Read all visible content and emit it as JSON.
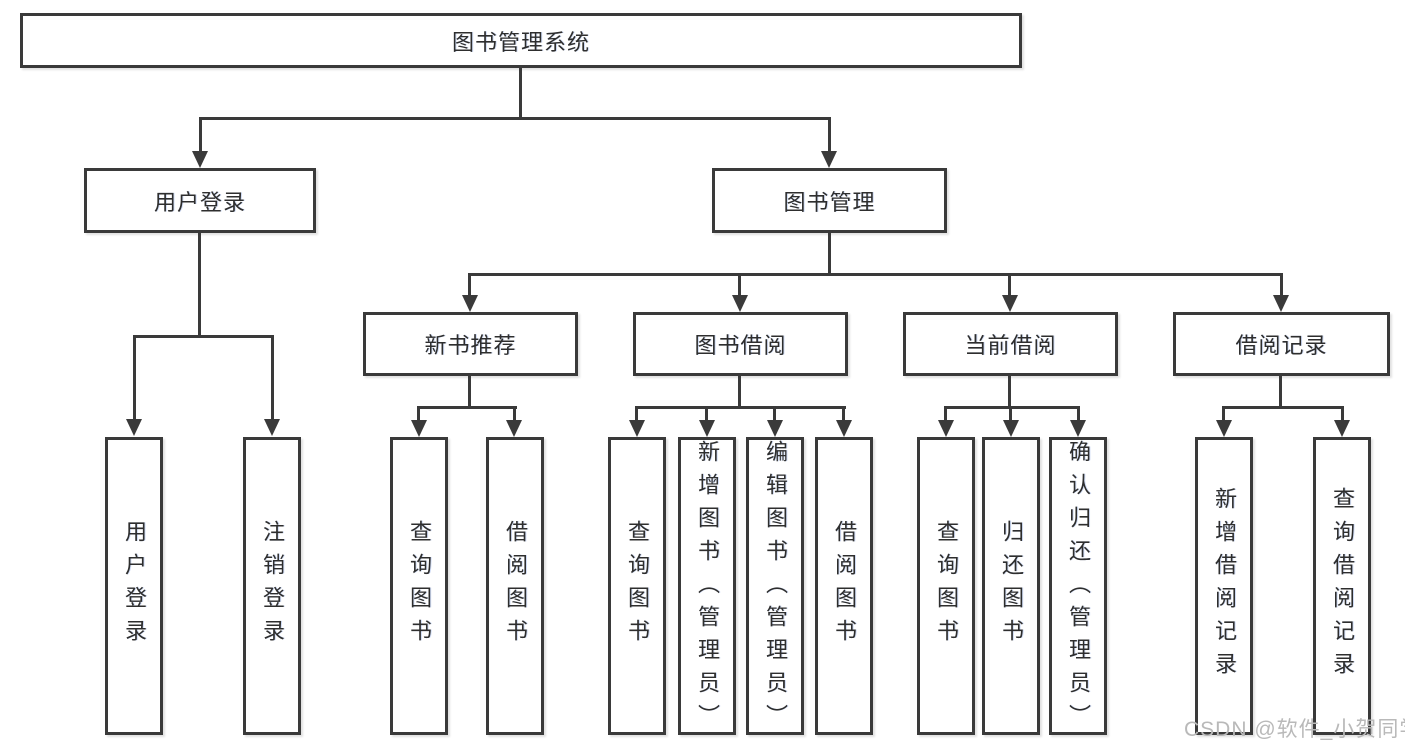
{
  "diagram": {
    "root": {
      "label": "图书管理系统"
    },
    "branches": [
      {
        "label": "用户登录",
        "children": [
          {
            "label": "用户登录"
          },
          {
            "label": "注销登录"
          }
        ]
      },
      {
        "label": "图书管理",
        "children": [
          {
            "label": "新书推荐",
            "children": [
              {
                "label": "查询图书"
              },
              {
                "label": "借阅图书"
              }
            ]
          },
          {
            "label": "图书借阅",
            "children": [
              {
                "label": "查询图书"
              },
              {
                "label": "新增图书（管理员）"
              },
              {
                "label": "编辑图书（管理员）"
              },
              {
                "label": "借阅图书"
              }
            ]
          },
          {
            "label": "当前借阅",
            "children": [
              {
                "label": "查询图书"
              },
              {
                "label": "归还图书"
              },
              {
                "label": "确认归还（管理员）"
              }
            ]
          },
          {
            "label": "借阅记录",
            "children": [
              {
                "label": "新增借阅记录"
              },
              {
                "label": "查询借阅记录"
              }
            ]
          }
        ]
      }
    ],
    "watermark": "CSDN @软件_小贺同学",
    "colors": {
      "line": "#3a3a3a",
      "text": "#2e2e2e",
      "watermark": "#b9b9b9",
      "background": "#ffffff"
    }
  }
}
